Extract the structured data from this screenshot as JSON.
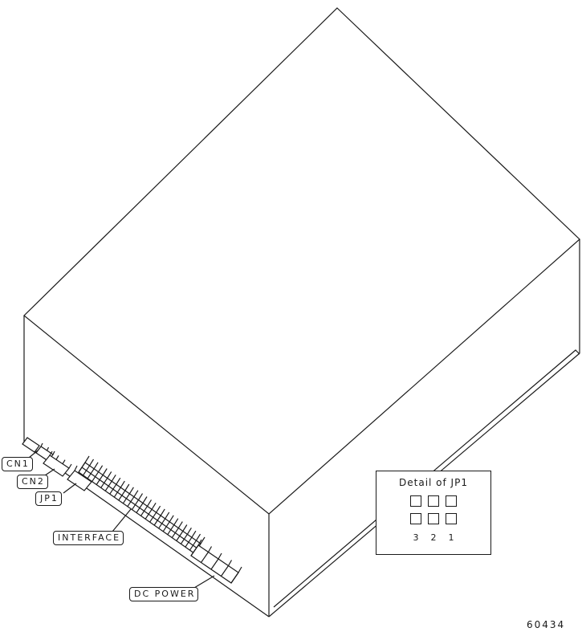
{
  "figure": {
    "number": "60434"
  },
  "labels": {
    "cn1": "CN1",
    "cn2": "CN2",
    "jp1": "JP1",
    "interface": "INTERFACE",
    "dc_power": "DC POWER"
  },
  "detail": {
    "title": "Detail of JP1",
    "pin_numbers": [
      "3",
      "2",
      "1"
    ]
  },
  "colors": {
    "line": "#1a1a1a",
    "background": "#ffffff"
  }
}
